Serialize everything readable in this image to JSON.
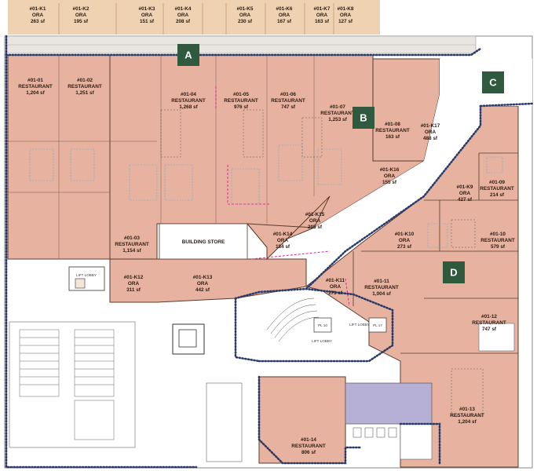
{
  "colors": {
    "unit_fill": "#e7b3a0",
    "unit_stroke": "#5b3a2e",
    "kiosk_fill": "#efd2b2",
    "marker_fill": "#2f5a3e",
    "outline_dotted": "#2a3b6a",
    "pink_dashed": "#e0339a",
    "grey_area": "#b6b0d6"
  },
  "top_kiosks": [
    {
      "id": "#01-K1",
      "type": "ORA",
      "area": "263 sf"
    },
    {
      "id": "#01-K2",
      "type": "ORA",
      "area": "195 sf"
    },
    {
      "id": "#01-K3",
      "type": "ORA",
      "area": "151 sf"
    },
    {
      "id": "#01-K4",
      "type": "ORA",
      "area": "208 sf"
    },
    {
      "id": "#01-K5",
      "type": "ORA",
      "area": "230 sf"
    },
    {
      "id": "#01-K6",
      "type": "ORA",
      "area": "167 sf"
    },
    {
      "id": "#01-K7",
      "type": "ORA",
      "area": "163 sf"
    },
    {
      "id": "#01-K8",
      "type": "ORA",
      "area": "127 sf"
    }
  ],
  "units": [
    {
      "id": "#01-01",
      "type": "RESTAURANT",
      "area": "1,204 sf"
    },
    {
      "id": "#01-02",
      "type": "RESTAURANT",
      "area": "1,251 sf"
    },
    {
      "id": "#01-04",
      "type": "RESTAURANT",
      "area": "1,268 sf"
    },
    {
      "id": "#01-05",
      "type": "RESTAURANT",
      "area": "976 sf"
    },
    {
      "id": "#01-06",
      "type": "RESTAURANT",
      "area": "747 sf"
    },
    {
      "id": "#01-07",
      "type": "RESTAURANT",
      "area": "1,253 sf"
    },
    {
      "id": "#01-08",
      "type": "RESTAURANT",
      "area": "163 sf"
    },
    {
      "id": "#01-K17",
      "type": "ORA",
      "area": "488 sf"
    },
    {
      "id": "#01-K16",
      "type": "ORA",
      "area": "155 sf"
    },
    {
      "id": "#01-K15",
      "type": "ORA",
      "area": "205 sf"
    },
    {
      "id": "#01-K14",
      "type": "ORA",
      "area": "184 sf"
    },
    {
      "id": "#01-03",
      "type": "RESTAURANT",
      "area": "1,154 sf"
    },
    {
      "id": "#01-K12",
      "type": "ORA",
      "area": "311 sf"
    },
    {
      "id": "#01-K13",
      "type": "ORA",
      "area": "442 sf"
    },
    {
      "id": "#01-K9",
      "type": "ORA",
      "area": "427 sf"
    },
    {
      "id": "#01-09",
      "type": "RESTAURANT",
      "area": "214 sf"
    },
    {
      "id": "#01-10",
      "type": "RESTAURANT",
      "area": "579 sf"
    },
    {
      "id": "#01-K10",
      "type": "ORA",
      "area": "273 sf"
    },
    {
      "id": "#01-K11",
      "type": "ORA",
      "area": "171 sf"
    },
    {
      "id": "#01-11",
      "type": "RESTAURANT",
      "area": "1,004 sf"
    },
    {
      "id": "#01-12",
      "type": "RESTAURANT",
      "area": "747 sf"
    },
    {
      "id": "#01-13",
      "type": "RESTAURANT",
      "area": "1,204 sf"
    },
    {
      "id": "#01-14",
      "type": "RESTAURANT",
      "area": "806 sf"
    }
  ],
  "markers": [
    "A",
    "B",
    "C",
    "D"
  ],
  "labels": {
    "building_store": "BUILDING STORE",
    "lift_lobby": "LIFT LOBBY",
    "lift_lobby_2": "LIFT LOBBY",
    "lift_lobby_3": "LIFT LOBBY",
    "pl_10": "PL 10",
    "pl_17": "PL 17"
  }
}
